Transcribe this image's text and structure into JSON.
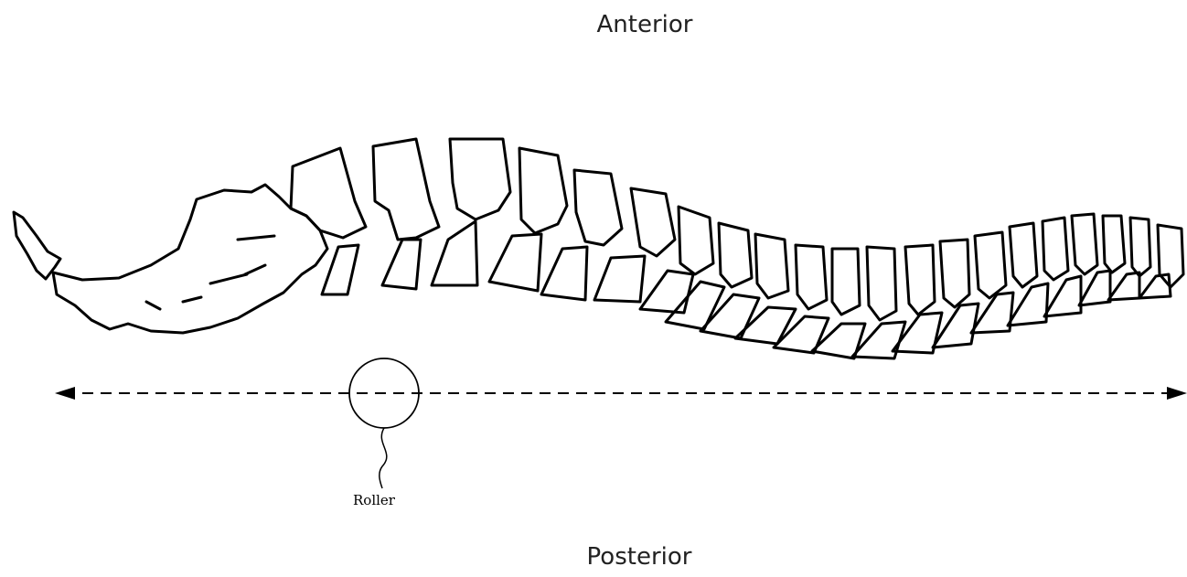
{
  "diagram": {
    "top_label": "Anterior",
    "bottom_label": "Posterior",
    "roller_label": "Roller"
  },
  "colors": {
    "stroke": "#000000",
    "background": "#ffffff",
    "label_text": "#222222"
  }
}
